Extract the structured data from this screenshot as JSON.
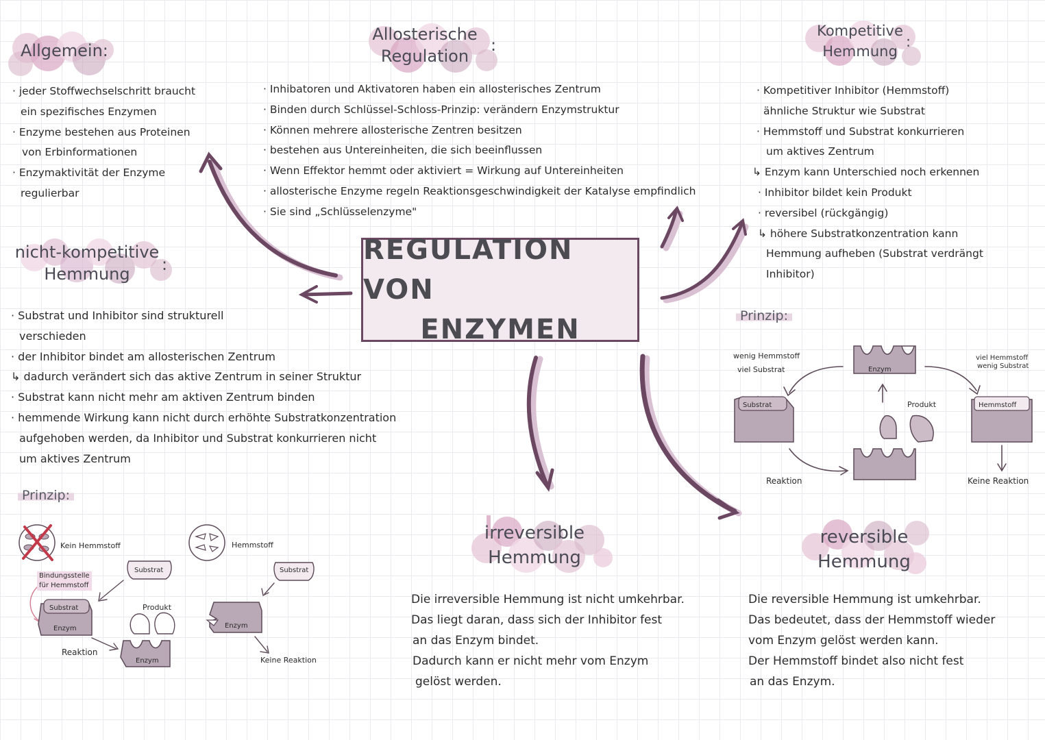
{
  "center_title": [
    "REGULATION VON",
    "ENZYMEN"
  ],
  "colors": {
    "arrow": "#6b4762",
    "arrow_shadow": "#d9c1d3",
    "shape_fill": "#b9a8b5",
    "shape_stroke": "#5d4a58",
    "box_fill": "#f3eaf0",
    "box_border": "#6b4762",
    "highlight": "#e8d6e2"
  },
  "allgemein": {
    "heading": "Allgemein:",
    "bullets": [
      "· jeder Stoffwechselschritt braucht",
      "ein spezifisches Enzymen",
      "· Enzyme bestehen aus Proteinen",
      "von Erbinformationen",
      "· Enzymaktivität der Enzyme",
      "regulierbar"
    ]
  },
  "allosterische": {
    "heading_line1": "Allosterische",
    "heading_line2": "Regulation",
    "colon": ":",
    "bullets": [
      "· Inhibatoren und Aktivatoren haben ein allosterisches Zentrum",
      "· Binden durch Schlüssel-Schloss-Prinzip: verändern Enzymstruktur",
      "· Können mehrere allosterische Zentren besitzen",
      "· bestehen aus Untereinheiten, die sich beeinflussen",
      "· Wenn Effektor hemmt oder aktiviert = Wirkung auf Untereinheiten",
      "· allosterische Enzyme regeln Reaktionsgeschwindigkeit der Katalyse empfindlich",
      "· Sie sind „Schlüsselenzyme\""
    ]
  },
  "kompetitive": {
    "heading_line1": "Kompetitive",
    "heading_line2": "Hemmung",
    "colon": ":",
    "bullets": [
      "· Kompetitiver Inhibitor (Hemmstoff)",
      "ähnliche Struktur wie Substrat",
      "· Hemmstoff und Substrat konkurrieren",
      "um aktives Zentrum",
      "↳ Enzym kann Unterschied noch erkennen",
      "· Inhibitor bildet kein Produkt",
      "· reversibel (rückgängig)",
      "↳ höhere Substratkonzentration kann",
      "Hemmung aufheben (Substrat verdrängt",
      "Inhibitor)"
    ],
    "prinzip": "Prinzip:",
    "diagram": {
      "left_top": "wenig Hemmstoff",
      "left_bottom": "viel Substrat",
      "right_top": "viel Hemmstoff",
      "right_bottom": "wenig Substrat",
      "enzym": "Enzym",
      "substrat": "Substrat",
      "hemmstoff": "Hemmstoff",
      "produkt": "Produkt",
      "reaktion": "Reaktion",
      "keine_reaktion": "Keine Reaktion"
    }
  },
  "nicht_kompetitive": {
    "heading_line1": "nicht-kompetitive",
    "heading_line2": "Hemmung",
    "colon": ":",
    "bullets": [
      "· Substrat und Inhibitor sind strukturell",
      "verschieden",
      "· der Inhibitor bindet am allosterischen Zentrum",
      "↳ dadurch verändert sich das aktive Zentrum in seiner Struktur",
      "· Substrat kann nicht mehr am aktiven Zentrum binden",
      "· hemmende Wirkung kann nicht durch erhöhte Substratkonzentration",
      "aufgehoben werden, da Inhibitor und Substrat konkurrieren nicht",
      "um aktives Zentrum"
    ],
    "prinzip": "Prinzip:",
    "diagram": {
      "kein_hemmstoff": "Kein Hemmstoff",
      "hemmstoff": "Hemmstoff",
      "bindungsstelle_1": "Bindungsstelle",
      "bindungsstelle_2": "für Hemmstoff",
      "substrat": "Substrat",
      "enzym": "Enzym",
      "produkt": "Produkt",
      "reaktion": "Reaktion",
      "keine_reaktion": "Keine Reaktion"
    }
  },
  "irreversible": {
    "heading_line1": "irreversible",
    "heading_line2": "Hemmung",
    "lines": [
      "Die irreversible Hemmung ist nicht umkehrbar.",
      "Das liegt daran, dass sich der Inhibitor fest",
      "an das Enzym bindet.",
      "Dadurch kann er nicht mehr vom Enzym",
      "gelöst werden."
    ]
  },
  "reversible": {
    "heading_line1": "reversible",
    "heading_line2": "Hemmung",
    "lines": [
      "Die reversible Hemmung ist umkehrbar.",
      "Das bedeutet, dass der Hemmstoff wieder",
      "vom Enzym gelöst werden kann.",
      "Der Hemmstoff bindet also nicht fest",
      "an das Enzym."
    ]
  }
}
